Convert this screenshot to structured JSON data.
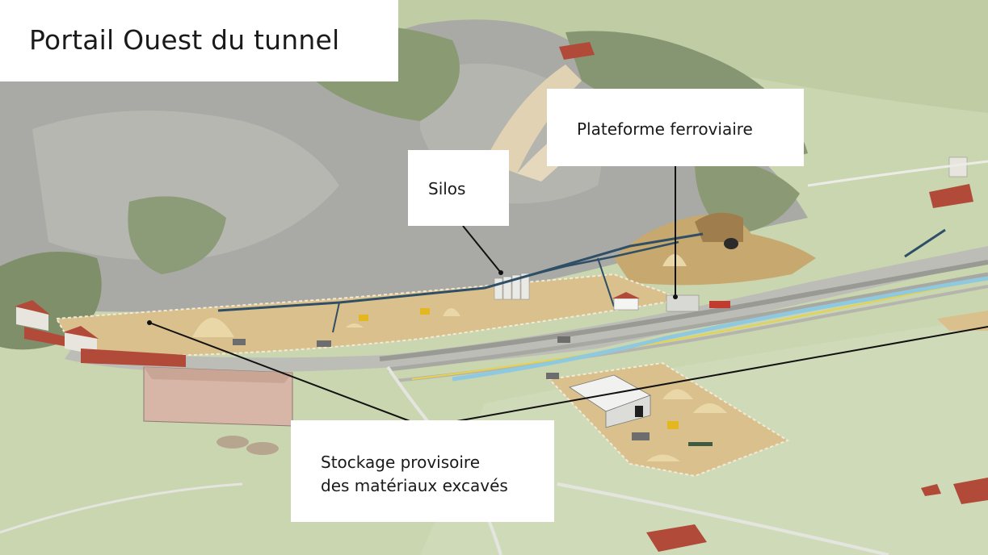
{
  "title": "Portail Ouest du tunnel",
  "labels": {
    "silos": "Silos",
    "rail_platform": "Plateforme ferroviaire",
    "storage_line1": "Stockage provisoire",
    "storage_line2": "des matériaux excavés"
  },
  "colors": {
    "meadow": "#c9d6b0",
    "rock": "#a9a9a5",
    "forest": "#7f8f6a",
    "sand": "#d9c08d",
    "roof": "#b24a3a",
    "river": "#8ec9df",
    "rail": "#9a9a94",
    "conveyor": "#2f4f66"
  }
}
